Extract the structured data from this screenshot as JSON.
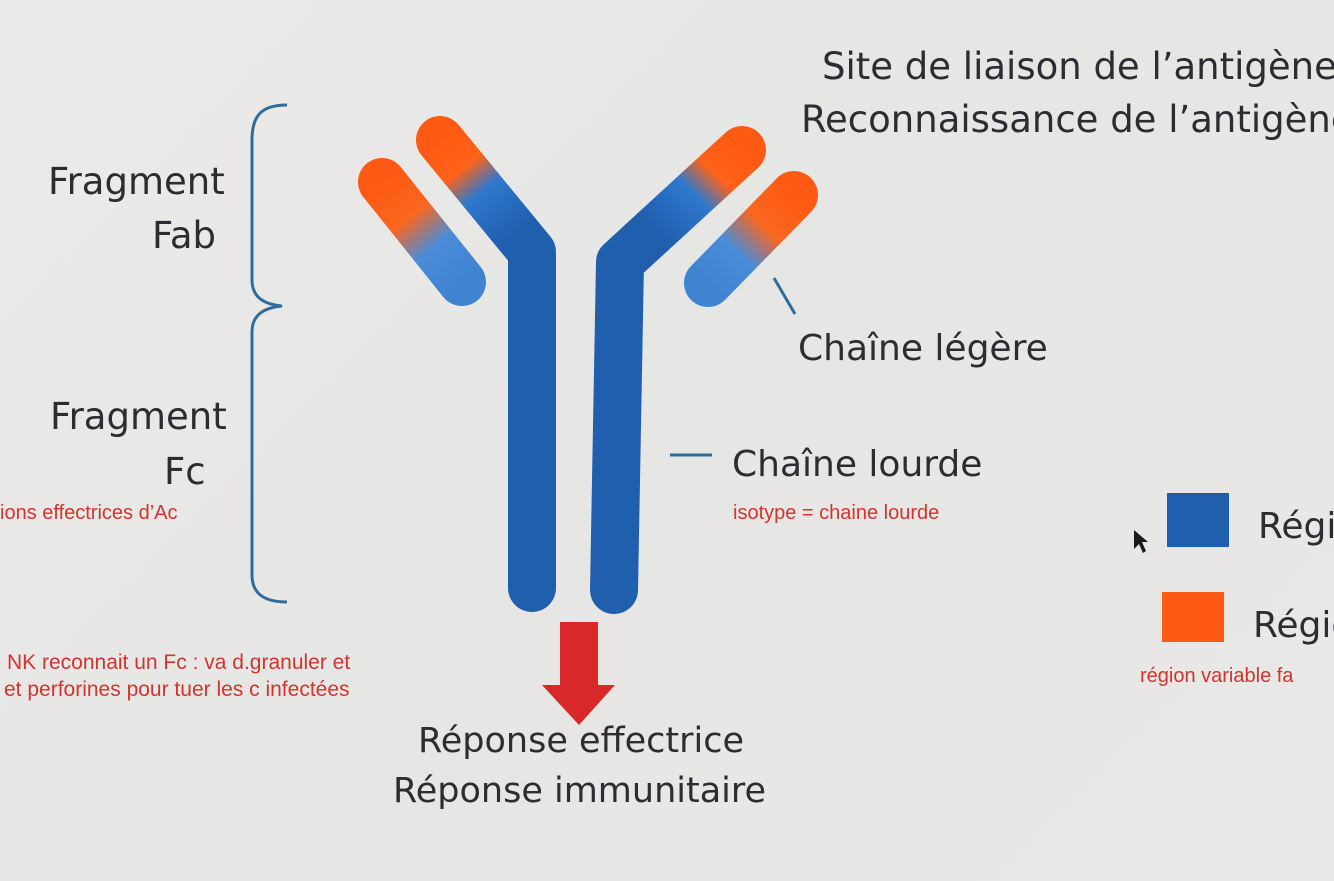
{
  "colors": {
    "heavy_chain_blue": "#1f5fae",
    "light_blue": "#3f84d1",
    "variable_orange": "#ff5a13",
    "arrow_red": "#d9282a",
    "annotation_red": "#d5332f",
    "text_dark": "#2c2c33"
  },
  "labels": {
    "fragment_fab_1": "Fragment",
    "fragment_fab_2": "Fab",
    "fragment_fc_1": "Fragment",
    "fragment_fc_2": "Fc",
    "site_liaison": "Site de liaison de l’antigène",
    "reconnaissance": "Reconnaissance de l’antigène",
    "chaine_legere": "Chaîne légère",
    "chaine_lourde": "Chaîne lourde",
    "reponse_effectrice": "Réponse effectrice",
    "reponse_immunitaire": "Réponse immunitaire"
  },
  "annotations": {
    "fonctions_effectrices": "ions effectrices d’Ac",
    "isotype": "isotype = chaine lourde",
    "nk_line1": "NK reconnait un Fc : va d.granuler et",
    "nk_line2": "et perforines pour tuer les c infectées",
    "region_variable": "région variable fa"
  },
  "legend": {
    "constant_label": "Régi",
    "variable_label": "Régio"
  }
}
